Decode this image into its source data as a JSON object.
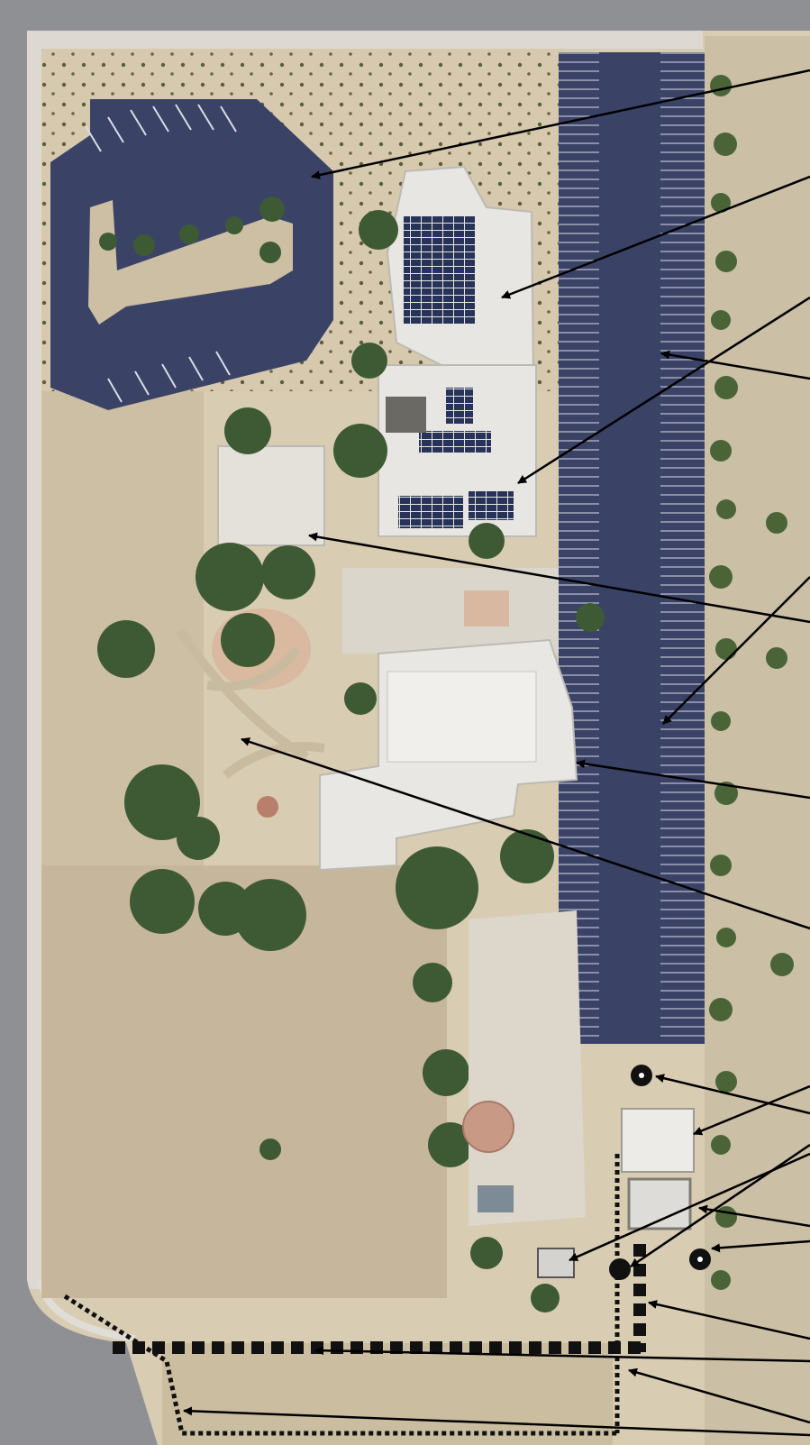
{
  "map": {
    "type": "aerial-site-plan",
    "labels": [],
    "marker_style": {
      "arrow": "black",
      "dot": "black-circle",
      "dashed_line_thick": "black",
      "dotted_line_thin": "black"
    },
    "colors": {
      "asphalt": "#3a4266",
      "ground": "#d6c9ae",
      "dry_field": "#c6b79c",
      "roof": "#e8e6e2",
      "tree": "#3e5a34",
      "road": "#8e9094",
      "solar_panel": "#28335a"
    }
  }
}
